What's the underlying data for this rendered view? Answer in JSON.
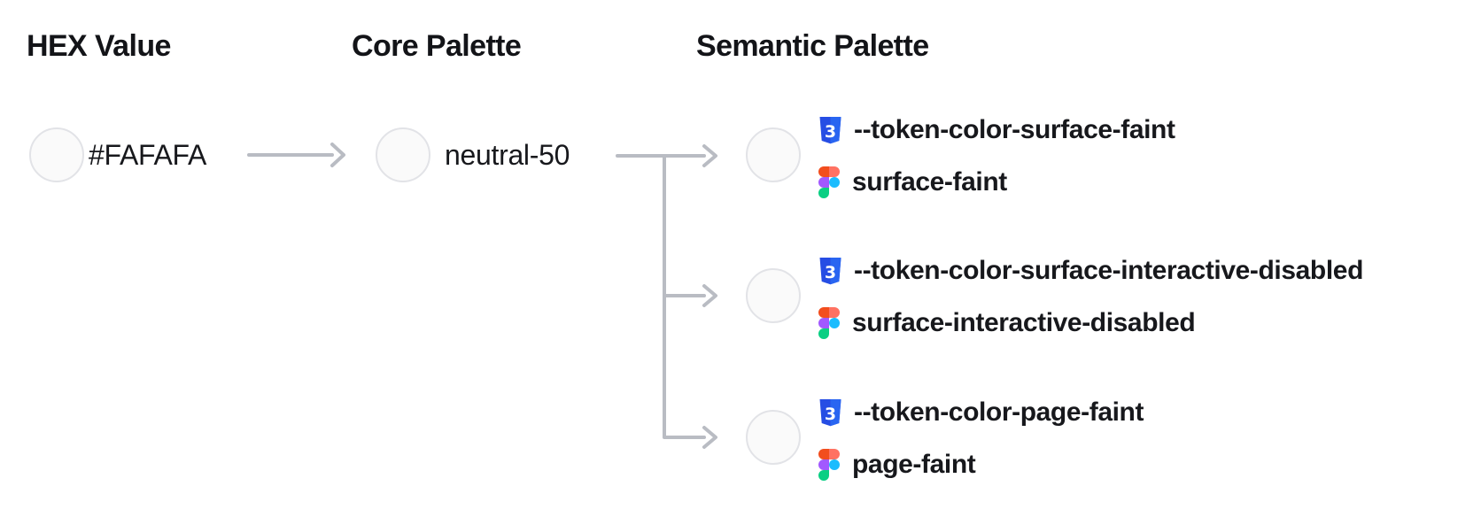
{
  "diagram": {
    "columns": [
      {
        "label": "HEX Value"
      },
      {
        "label": "Core Palette"
      },
      {
        "label": "Semantic Palette"
      }
    ],
    "hex": {
      "value": "#FAFAFA"
    },
    "core": {
      "name": "neutral-50"
    },
    "semantic_tokens": [
      {
        "css": "--token-color-surface-faint",
        "figma": "surface-faint"
      },
      {
        "css": "--token-color-surface-interactive-disabled",
        "figma": "surface-interactive-disabled"
      },
      {
        "css": "--token-color-page-faint",
        "figma": "page-faint"
      }
    ],
    "icons": {
      "css_icon": "css3-shield",
      "figma_icon": "figma-logo"
    }
  },
  "colors": {
    "swatch_fill": "#FAFAFA",
    "swatch_border": "#E2E3E7",
    "connector": "#B9BCC3",
    "heading_text": "#131418",
    "body_text": "#17181C",
    "css_shield_dark": "#264DE4",
    "css_shield_light": "#2965F1",
    "figma_orange": "#F24E1E",
    "figma_salmon": "#FF7262",
    "figma_purple": "#A259FF",
    "figma_blue": "#1ABCFE",
    "figma_green": "#0ACF83"
  }
}
